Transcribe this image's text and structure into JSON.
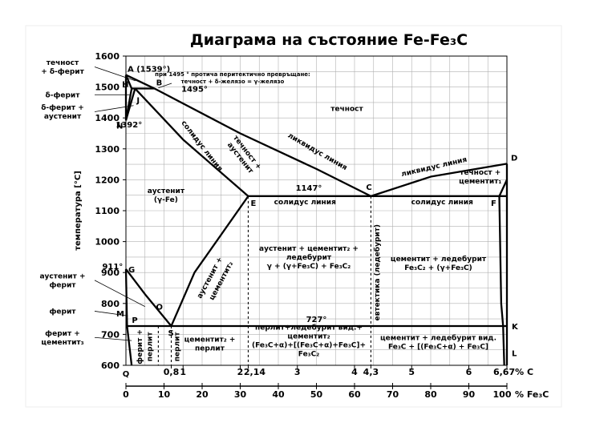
{
  "chart_data": {
    "type": "line",
    "title": "Диаграма на състояние Fe-Fe₃C",
    "ylabel": "температура [°C]",
    "xlabel": "% Fe₃C",
    "ylim": [
      600,
      1600
    ],
    "xlim": [
      0,
      100
    ],
    "y_ticks": [
      600,
      700,
      800,
      900,
      1000,
      1100,
      1200,
      1300,
      1400,
      1500,
      1600
    ],
    "y_tick_labels": [
      "600",
      "700",
      "800",
      "900",
      "1000",
      "1100",
      "1200",
      "1300",
      "1400",
      "1500",
      "1600"
    ],
    "x_ticks": [
      0,
      10,
      20,
      30,
      40,
      50,
      60,
      70,
      80,
      90,
      100
    ],
    "x_tick_labels": [
      "0",
      "10",
      "20",
      "30",
      "40",
      "50",
      "60",
      "70",
      "80",
      "90",
      "100"
    ],
    "x_unit": "% Fe₃C",
    "carbon_ticks": [
      {
        "x": 11.9,
        "label": "0,8"
      },
      {
        "x": 15,
        "label": "1"
      },
      {
        "x": 30,
        "label": "2"
      },
      {
        "x": 32.1,
        "label": "2,14"
      },
      {
        "x": 45,
        "label": "3"
      },
      {
        "x": 60,
        "label": "4"
      },
      {
        "x": 64.3,
        "label": "4,3"
      },
      {
        "x": 75,
        "label": "5"
      },
      {
        "x": 90,
        "label": "6"
      },
      {
        "x": 100,
        "label": "6,67% C"
      }
    ],
    "points": [
      {
        "id": "A",
        "x": 0,
        "y": 1539,
        "label": "A  (1539°)"
      },
      {
        "id": "H",
        "x": 1.5,
        "y": 1495,
        "label": "H"
      },
      {
        "id": "B",
        "x": 7.5,
        "y": 1495,
        "label": "B"
      },
      {
        "id": "J",
        "x": 2.4,
        "y": 1495,
        "label": "J"
      },
      {
        "id": "N",
        "x": 0,
        "y": 1392,
        "label": "N"
      },
      {
        "id": "E",
        "x": 32.1,
        "y": 1147,
        "label": "E"
      },
      {
        "id": "C",
        "x": 64.3,
        "y": 1147,
        "label": "C"
      },
      {
        "id": "D",
        "x": 100,
        "y": 1252,
        "label": "D"
      },
      {
        "id": "F",
        "x": 100,
        "y": 1147,
        "label": "F"
      },
      {
        "id": "G",
        "x": 0,
        "y": 911,
        "label": "G"
      },
      {
        "id": "S",
        "x": 11.9,
        "y": 727,
        "label": "S"
      },
      {
        "id": "P",
        "x": 0.3,
        "y": 727,
        "label": "P"
      },
      {
        "id": "K",
        "x": 100,
        "y": 727,
        "label": "K"
      },
      {
        "id": "O",
        "x": 10,
        "y": 770,
        "label": "O"
      },
      {
        "id": "M",
        "x": 0,
        "y": 768,
        "label": "M"
      },
      {
        "id": "Q",
        "x": 0,
        "y": 600,
        "label": "Q"
      },
      {
        "id": "L",
        "x": 100,
        "y": 640,
        "label": "L"
      }
    ],
    "lines": [
      {
        "name": "liquidus-AB",
        "points": [
          [
            0,
            1539
          ],
          [
            7.5,
            1495
          ]
        ]
      },
      {
        "name": "liquidus-BC",
        "points": [
          [
            7.5,
            1495
          ],
          [
            30,
            1350
          ],
          [
            50,
            1235
          ],
          [
            64.3,
            1147
          ]
        ]
      },
      {
        "name": "liquidus-CD",
        "points": [
          [
            64.3,
            1147
          ],
          [
            80,
            1210
          ],
          [
            100,
            1252
          ]
        ]
      },
      {
        "name": "solidus-AH",
        "points": [
          [
            0,
            1539
          ],
          [
            1.5,
            1495
          ]
        ]
      },
      {
        "name": "peritectic-HB",
        "points": [
          [
            1.5,
            1495
          ],
          [
            7.5,
            1495
          ]
        ]
      },
      {
        "name": "solidus-JE",
        "points": [
          [
            2.4,
            1495
          ],
          [
            15,
            1330
          ],
          [
            32.1,
            1147
          ]
        ]
      },
      {
        "name": "eutectic-EF",
        "points": [
          [
            32.1,
            1147
          ],
          [
            100,
            1147
          ]
        ]
      },
      {
        "name": "HN",
        "points": [
          [
            1.5,
            1495
          ],
          [
            0,
            1392
          ]
        ]
      },
      {
        "name": "JN",
        "points": [
          [
            2.4,
            1495
          ],
          [
            0,
            1392
          ]
        ]
      },
      {
        "name": "A-left",
        "points": [
          [
            0,
            1539
          ],
          [
            0,
            1392
          ]
        ]
      },
      {
        "name": "GS",
        "points": [
          [
            0,
            911
          ],
          [
            5,
            830
          ],
          [
            11.9,
            727
          ]
        ]
      },
      {
        "name": "GP",
        "points": [
          [
            0,
            911
          ],
          [
            0.3,
            727
          ]
        ]
      },
      {
        "name": "ES",
        "points": [
          [
            32.1,
            1147
          ],
          [
            18,
            900
          ],
          [
            11.9,
            727
          ]
        ]
      },
      {
        "name": "eutectoid-PSK",
        "points": [
          [
            0.3,
            727
          ],
          [
            100,
            727
          ]
        ]
      },
      {
        "name": "PQ",
        "points": [
          [
            0.3,
            727
          ],
          [
            1.5,
            600
          ]
        ]
      },
      {
        "name": "DFKL",
        "points": [
          [
            100,
            1252
          ],
          [
            100,
            600
          ]
        ]
      },
      {
        "name": "F-curve",
        "points": [
          [
            100,
            1200
          ],
          [
            98,
            1147
          ],
          [
            98.5,
            800
          ],
          [
            99,
            727
          ],
          [
            99.3,
            600
          ]
        ]
      }
    ],
    "dashed_lines": [
      {
        "name": "E-vertical",
        "x": 32.1,
        "y_from": 1147,
        "y_to": 600
      },
      {
        "name": "C-vertical",
        "x": 64.3,
        "y_from": 1147,
        "y_to": 600
      },
      {
        "name": "S-vertical",
        "x": 11.9,
        "y_from": 727,
        "y_to": 600
      },
      {
        "name": "C-left",
        "x": 8.5,
        "y_from": 727,
        "y_to": 600
      }
    ],
    "temperature_annotations": [
      {
        "x": 18,
        "y": 1485,
        "text": "1495°"
      },
      {
        "x": 0.8,
        "y": 1370,
        "text": "1392°"
      },
      {
        "x": 48,
        "y": 1165,
        "text": "1147°"
      },
      {
        "x": -3.5,
        "y": 911,
        "text": "911°"
      },
      {
        "x": 50,
        "y": 740,
        "text": "727°"
      }
    ],
    "peritectic_note": [
      "при 1495 ° протича перитектично превръщане:",
      "течност + δ-желязо = γ-желязо"
    ],
    "region_labels": [
      {
        "lines": [
          "течност"
        ],
        "x": 58,
        "y": 1430
      },
      {
        "lines": [
          "течност +",
          "аустенит"
        ],
        "x": 31,
        "y": 1280,
        "angle": 52
      },
      {
        "lines": [
          "аустенит",
          "(γ-Fe)"
        ],
        "x": 10.5,
        "y": 1150
      },
      {
        "lines": [
          "солидус линия"
        ],
        "x": 47,
        "y": 1128
      },
      {
        "lines": [
          "солидус линия"
        ],
        "x": 83,
        "y": 1128
      },
      {
        "lines": [
          "течност +",
          "цементит₁"
        ],
        "x": 93,
        "y": 1210
      },
      {
        "lines": [
          "аустенит + цементит₂ +",
          "ледебурит",
          "γ + (γ+Fe₃C) + Fe₃C₂"
        ],
        "x": 48,
        "y": 950
      },
      {
        "lines": [
          "цементит + ледебурит",
          "Fe₃C₂ + (γ+Fe₃C)"
        ],
        "x": 82,
        "y": 930
      },
      {
        "lines": [
          "цементит₂ +",
          "перлит"
        ],
        "x": 22,
        "y": 670
      },
      {
        "lines": [
          "перлит+ледебурит вид.+",
          "цементит₂",
          "(Fe₃C+α)+[(Fe₃C+α)+Fe₃C]+",
          "Fe₃C₂"
        ],
        "x": 48,
        "y": 680
      },
      {
        "lines": [
          "цементит + ледебурит вид.",
          "Fe₃C + [(Fe₃C+α) + Fe₃C]"
        ],
        "x": 82,
        "y": 675
      }
    ],
    "rotated_labels": [
      {
        "text": "ликвидус линия",
        "x": 50,
        "y": 1285,
        "angle": 30
      },
      {
        "text": "ликвидус линия",
        "x": 81,
        "y": 1235,
        "angle": -13
      },
      {
        "text": "солидус линия",
        "x": 19.5,
        "y": 1305,
        "angle": 52
      },
      {
        "text": "аустенит +",
        "x": 22.5,
        "y": 880,
        "angle": -62
      },
      {
        "text": "цементит₂",
        "x": 25.5,
        "y": 870,
        "angle": -62
      },
      {
        "text": "евтектика (ледебурит)",
        "x": 66.5,
        "y": 900,
        "angle": -90
      },
      {
        "text": "ферит +",
        "x": 4.2,
        "y": 660,
        "angle": -90
      },
      {
        "text": "перлит",
        "x": 6.8,
        "y": 660,
        "angle": -90
      },
      {
        "text": "перлит",
        "x": 14,
        "y": 660,
        "angle": -90
      }
    ],
    "side_labels": [
      {
        "lines": [
          "течност",
          "+ δ-ферит"
        ],
        "y": 1565,
        "target": [
          2.5,
          1520
        ]
      },
      {
        "lines": [
          "δ-ферит"
        ],
        "y": 1475,
        "target": [
          1,
          1475
        ]
      },
      {
        "lines": [
          "δ-ферит +",
          "аустенит"
        ],
        "y": 1420,
        "target": [
          2,
          1440
        ]
      },
      {
        "lines": [
          "аустенит +",
          "ферит"
        ],
        "y": 875,
        "target": [
          5,
          790
        ]
      },
      {
        "lines": [
          "ферит"
        ],
        "y": 775,
        "target": [
          0.5,
          760
        ]
      },
      {
        "lines": [
          "ферит +",
          "цементит₃"
        ],
        "y": 690,
        "target": [
          1.5,
          680
        ]
      }
    ]
  }
}
